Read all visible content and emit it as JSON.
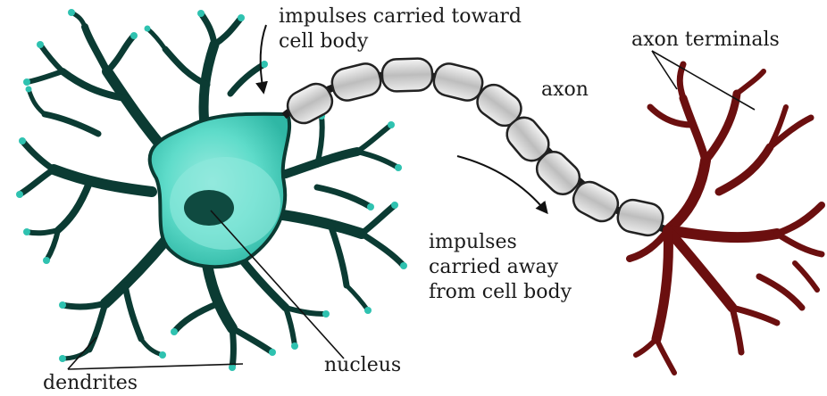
{
  "labels": {
    "toward_line1": "impulses carried toward",
    "toward_line2": "cell body",
    "axon": "axon",
    "axon_terminals": "axon terminals",
    "away_line1": "impulses",
    "away_line2": "carried away",
    "away_line3": "from cell body",
    "nucleus": "nucleus",
    "dendrites": "dendrites"
  },
  "colors": {
    "cell_body": "#4fd6c4",
    "cell_body_light": "#8ee8db",
    "nucleus": "#0f4a40",
    "dendrite_outline": "#0b3b33",
    "dendrite_tip": "#2fc2b0",
    "axon_terminal": "#6b0f0f",
    "myelin": "#d9d9d9",
    "pointer": "#111111"
  }
}
